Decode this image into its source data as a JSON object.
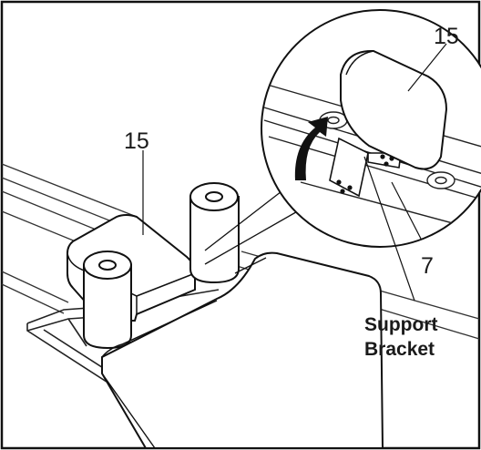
{
  "diagram": {
    "callouts": {
      "seat_main": "15",
      "seat_detail": "15",
      "frame_rail": "7",
      "bracket_line1": "Support",
      "bracket_line2": "Bracket"
    }
  }
}
